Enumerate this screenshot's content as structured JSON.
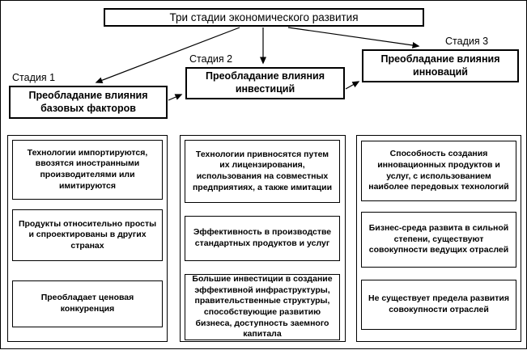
{
  "title": "Три стадии экономического развития",
  "colors": {
    "border": "#000000",
    "background": "#ffffff",
    "text": "#000000"
  },
  "stages": [
    {
      "label": "Стадия 1",
      "heading": "Преобладание влияния базовых факторов",
      "items": [
        "Технологии импортируются, ввозятся иностранными производителями или имитируются",
        "Продукты относительно просты и спроектированы в других странах",
        "Преобладает ценовая конкуренция"
      ]
    },
    {
      "label": "Стадия 2",
      "heading": "Преобладание влияния инвестиций",
      "items": [
        "Технологии привносятся путем их лицензирования, использования на совместных предприятиях, а также имитации",
        "Эффективность в производстве стандартных продуктов и услуг",
        "Большие инвестиции в создание эффективной инфраструктуры, правительственные структуры, способствующие развитию бизнеса, доступность заемного капитала"
      ]
    },
    {
      "label": "Стадия 3",
      "heading": "Преобладание влияния инноваций",
      "items": [
        "Способность создания инновационных продуктов и услуг, с использованием наиболее передовых технологий",
        "Бизнес-среда развита в сильной степени, существуют совокупности ведущих отраслей",
        "Не существует предела развития совокупности отраслей"
      ]
    }
  ]
}
